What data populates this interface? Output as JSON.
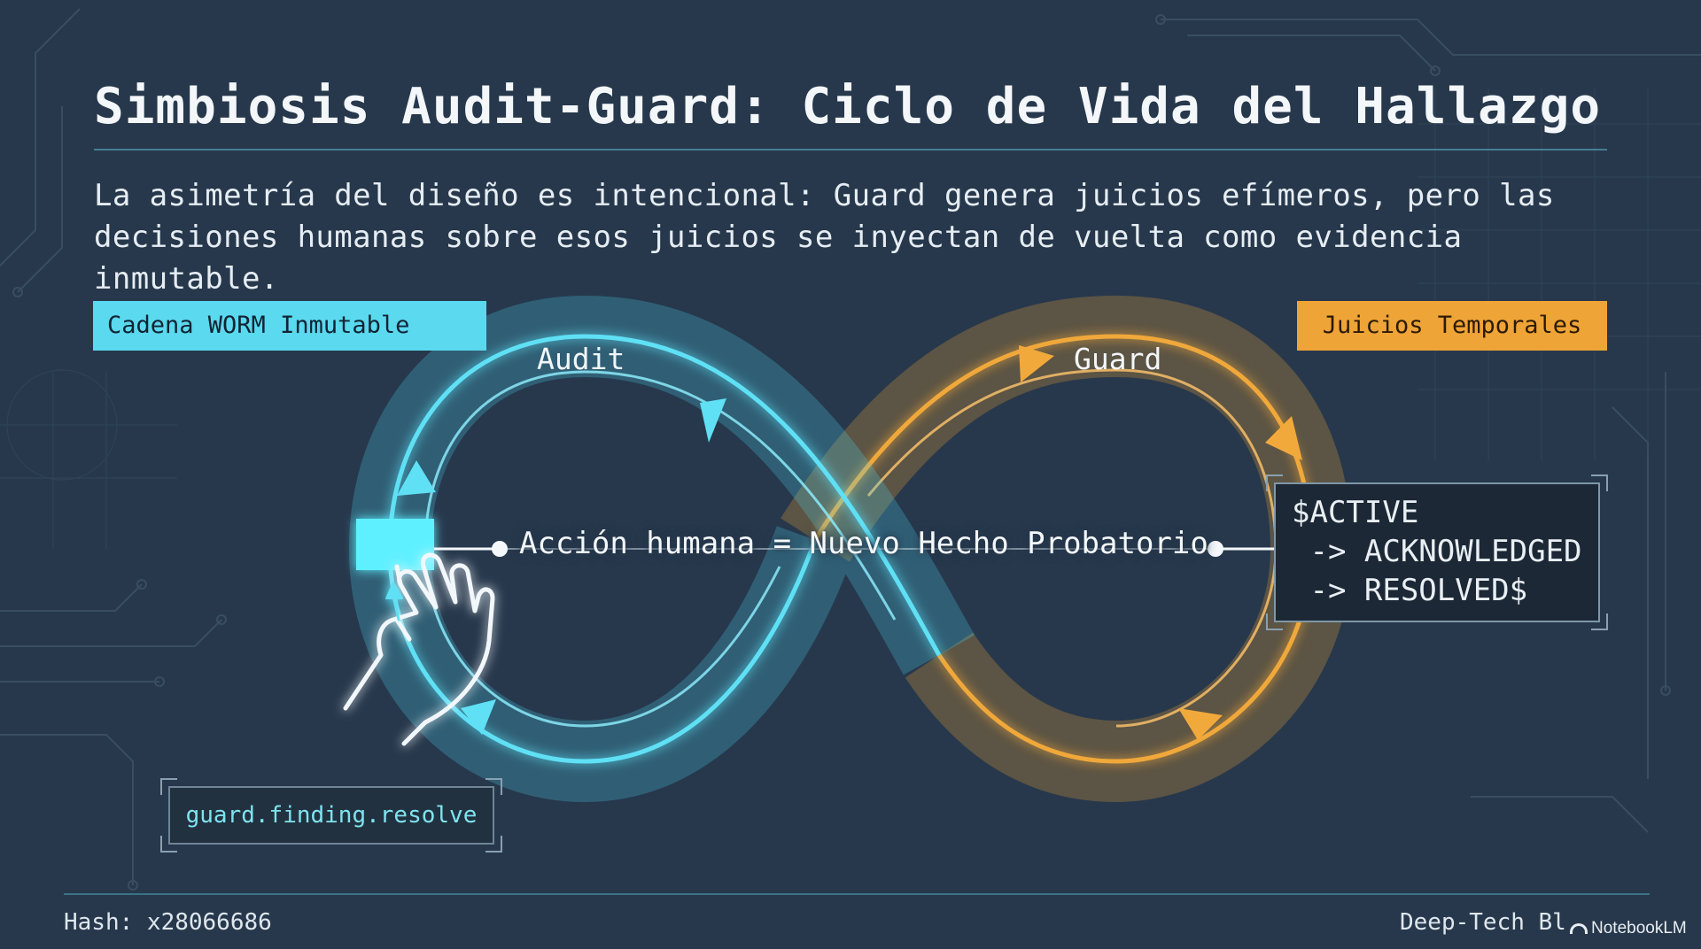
{
  "header": {
    "title": "Simbiosis Audit-Guard: Ciclo de Vida del Hallazgo",
    "subtitle": "La asimetría del diseño es intencional: Guard genera juicios efímeros, pero las decisiones humanas sobre esos juicios se inyectan de vuelta como evidencia inmutable."
  },
  "tags": {
    "worm": "Cadena WORM Inmutable",
    "temporal": "Juicios Temporales"
  },
  "loops": {
    "audit": "Audit",
    "guard": "Guard"
  },
  "action": "Acción humana = Nuevo Hecho Probatorio",
  "states": [
    "$ACTIVE",
    " -> ACKNOWLEDGED",
    " -> RESOLVED$"
  ],
  "code": "guard.finding.resolve",
  "footer": {
    "hash": "Hash: x28066686",
    "brand": "Deep-Tech Bl",
    "logo": "NotebookLM"
  },
  "icons": {
    "hand": "hand-icon",
    "worm_block": "worm-block-icon"
  },
  "colors": {
    "background": "#27384c",
    "audit": "#5ad9ef",
    "guard": "#efa437"
  }
}
